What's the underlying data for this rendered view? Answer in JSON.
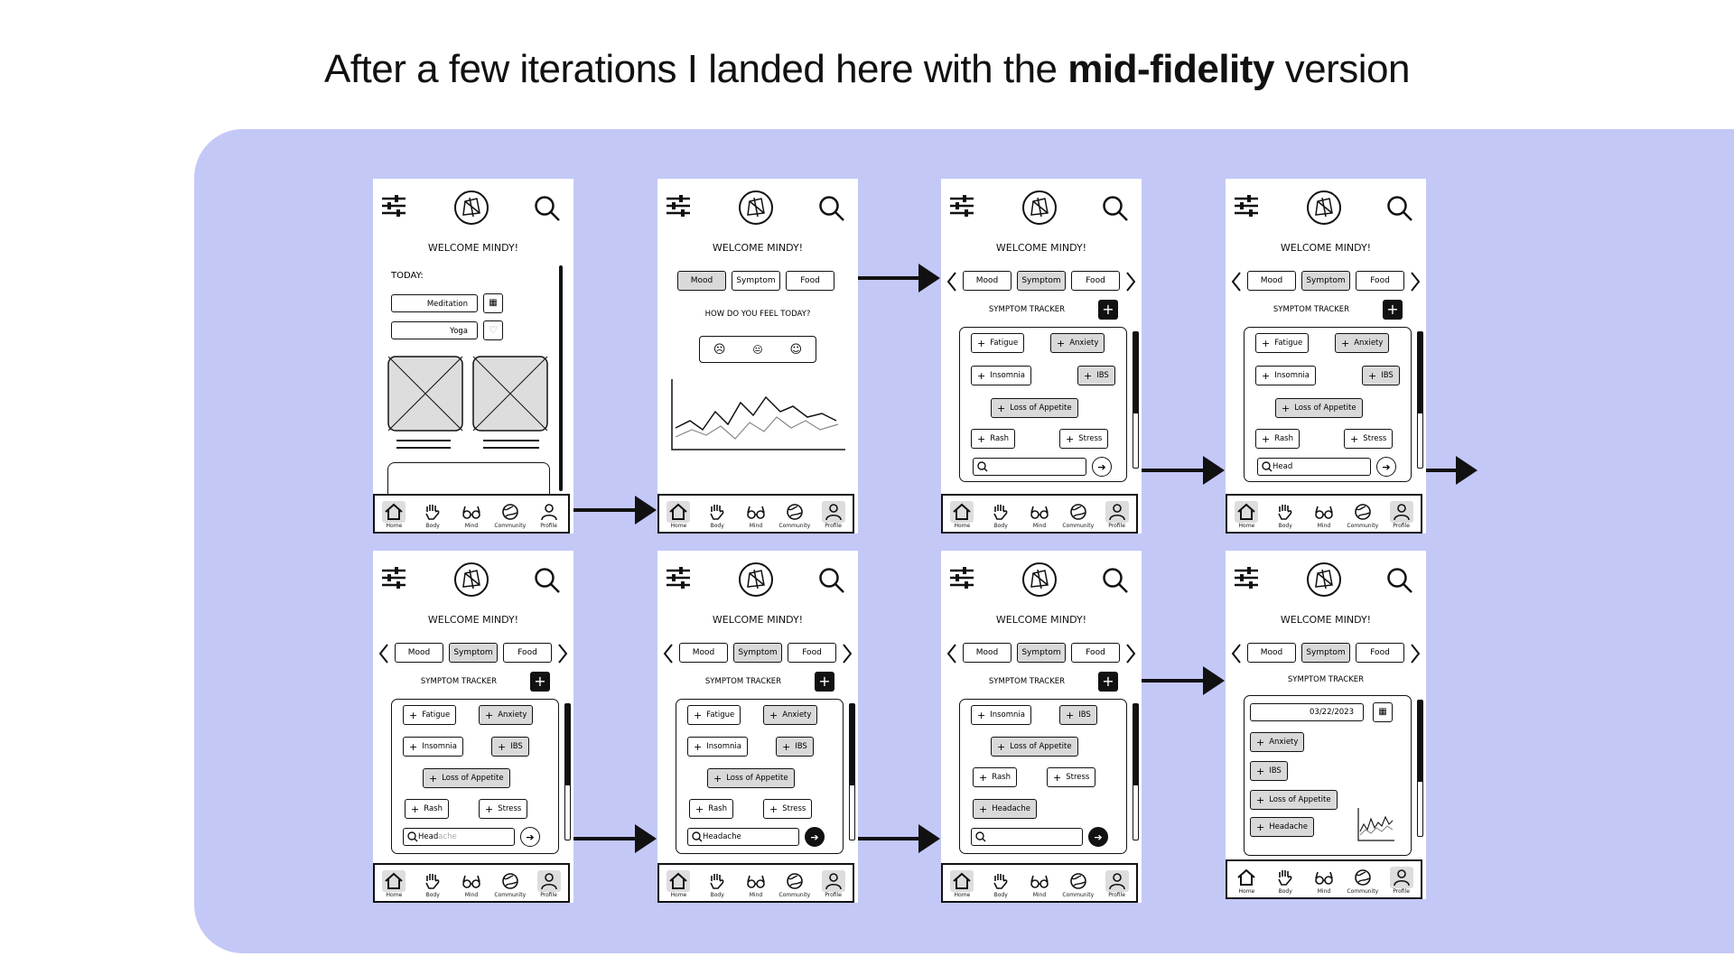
{
  "headline": {
    "prefix": "After a few iterations I landed here with the ",
    "bold": "mid-fidelity",
    "suffix": " version"
  },
  "app": {
    "welcome": "WELCOME MINDY!",
    "nav": [
      "Home",
      "Body",
      "Mind",
      "Community",
      "Profile"
    ],
    "tabs": [
      "Mood",
      "Symptom",
      "Food"
    ],
    "symptom_tracker": "SYMPTOM TRACKER"
  },
  "screen1": {
    "today": "TODAY:",
    "items": [
      "Meditation",
      "Yoga"
    ]
  },
  "screen2": {
    "question": "HOW DO YOU FEEL TODAY?",
    "faces": [
      "☹",
      "😐",
      "☺"
    ]
  },
  "chips": {
    "fatigue": "Fatigue",
    "anxiety": "Anxiety",
    "insomnia": "Insomnia",
    "ibs": "IBS",
    "appetite": "Loss of Appetite",
    "rash": "Rash",
    "stress": "Stress",
    "headache": "Headache"
  },
  "search_values": {
    "s4": "Head",
    "s5_typed": "Head",
    "s5_hint": "ache",
    "s6": "Headache"
  },
  "date_value": "03/22/2023",
  "colors": {
    "panel": "#c4c8f7",
    "ink": "#111111",
    "selected": "#d9d9d9"
  }
}
